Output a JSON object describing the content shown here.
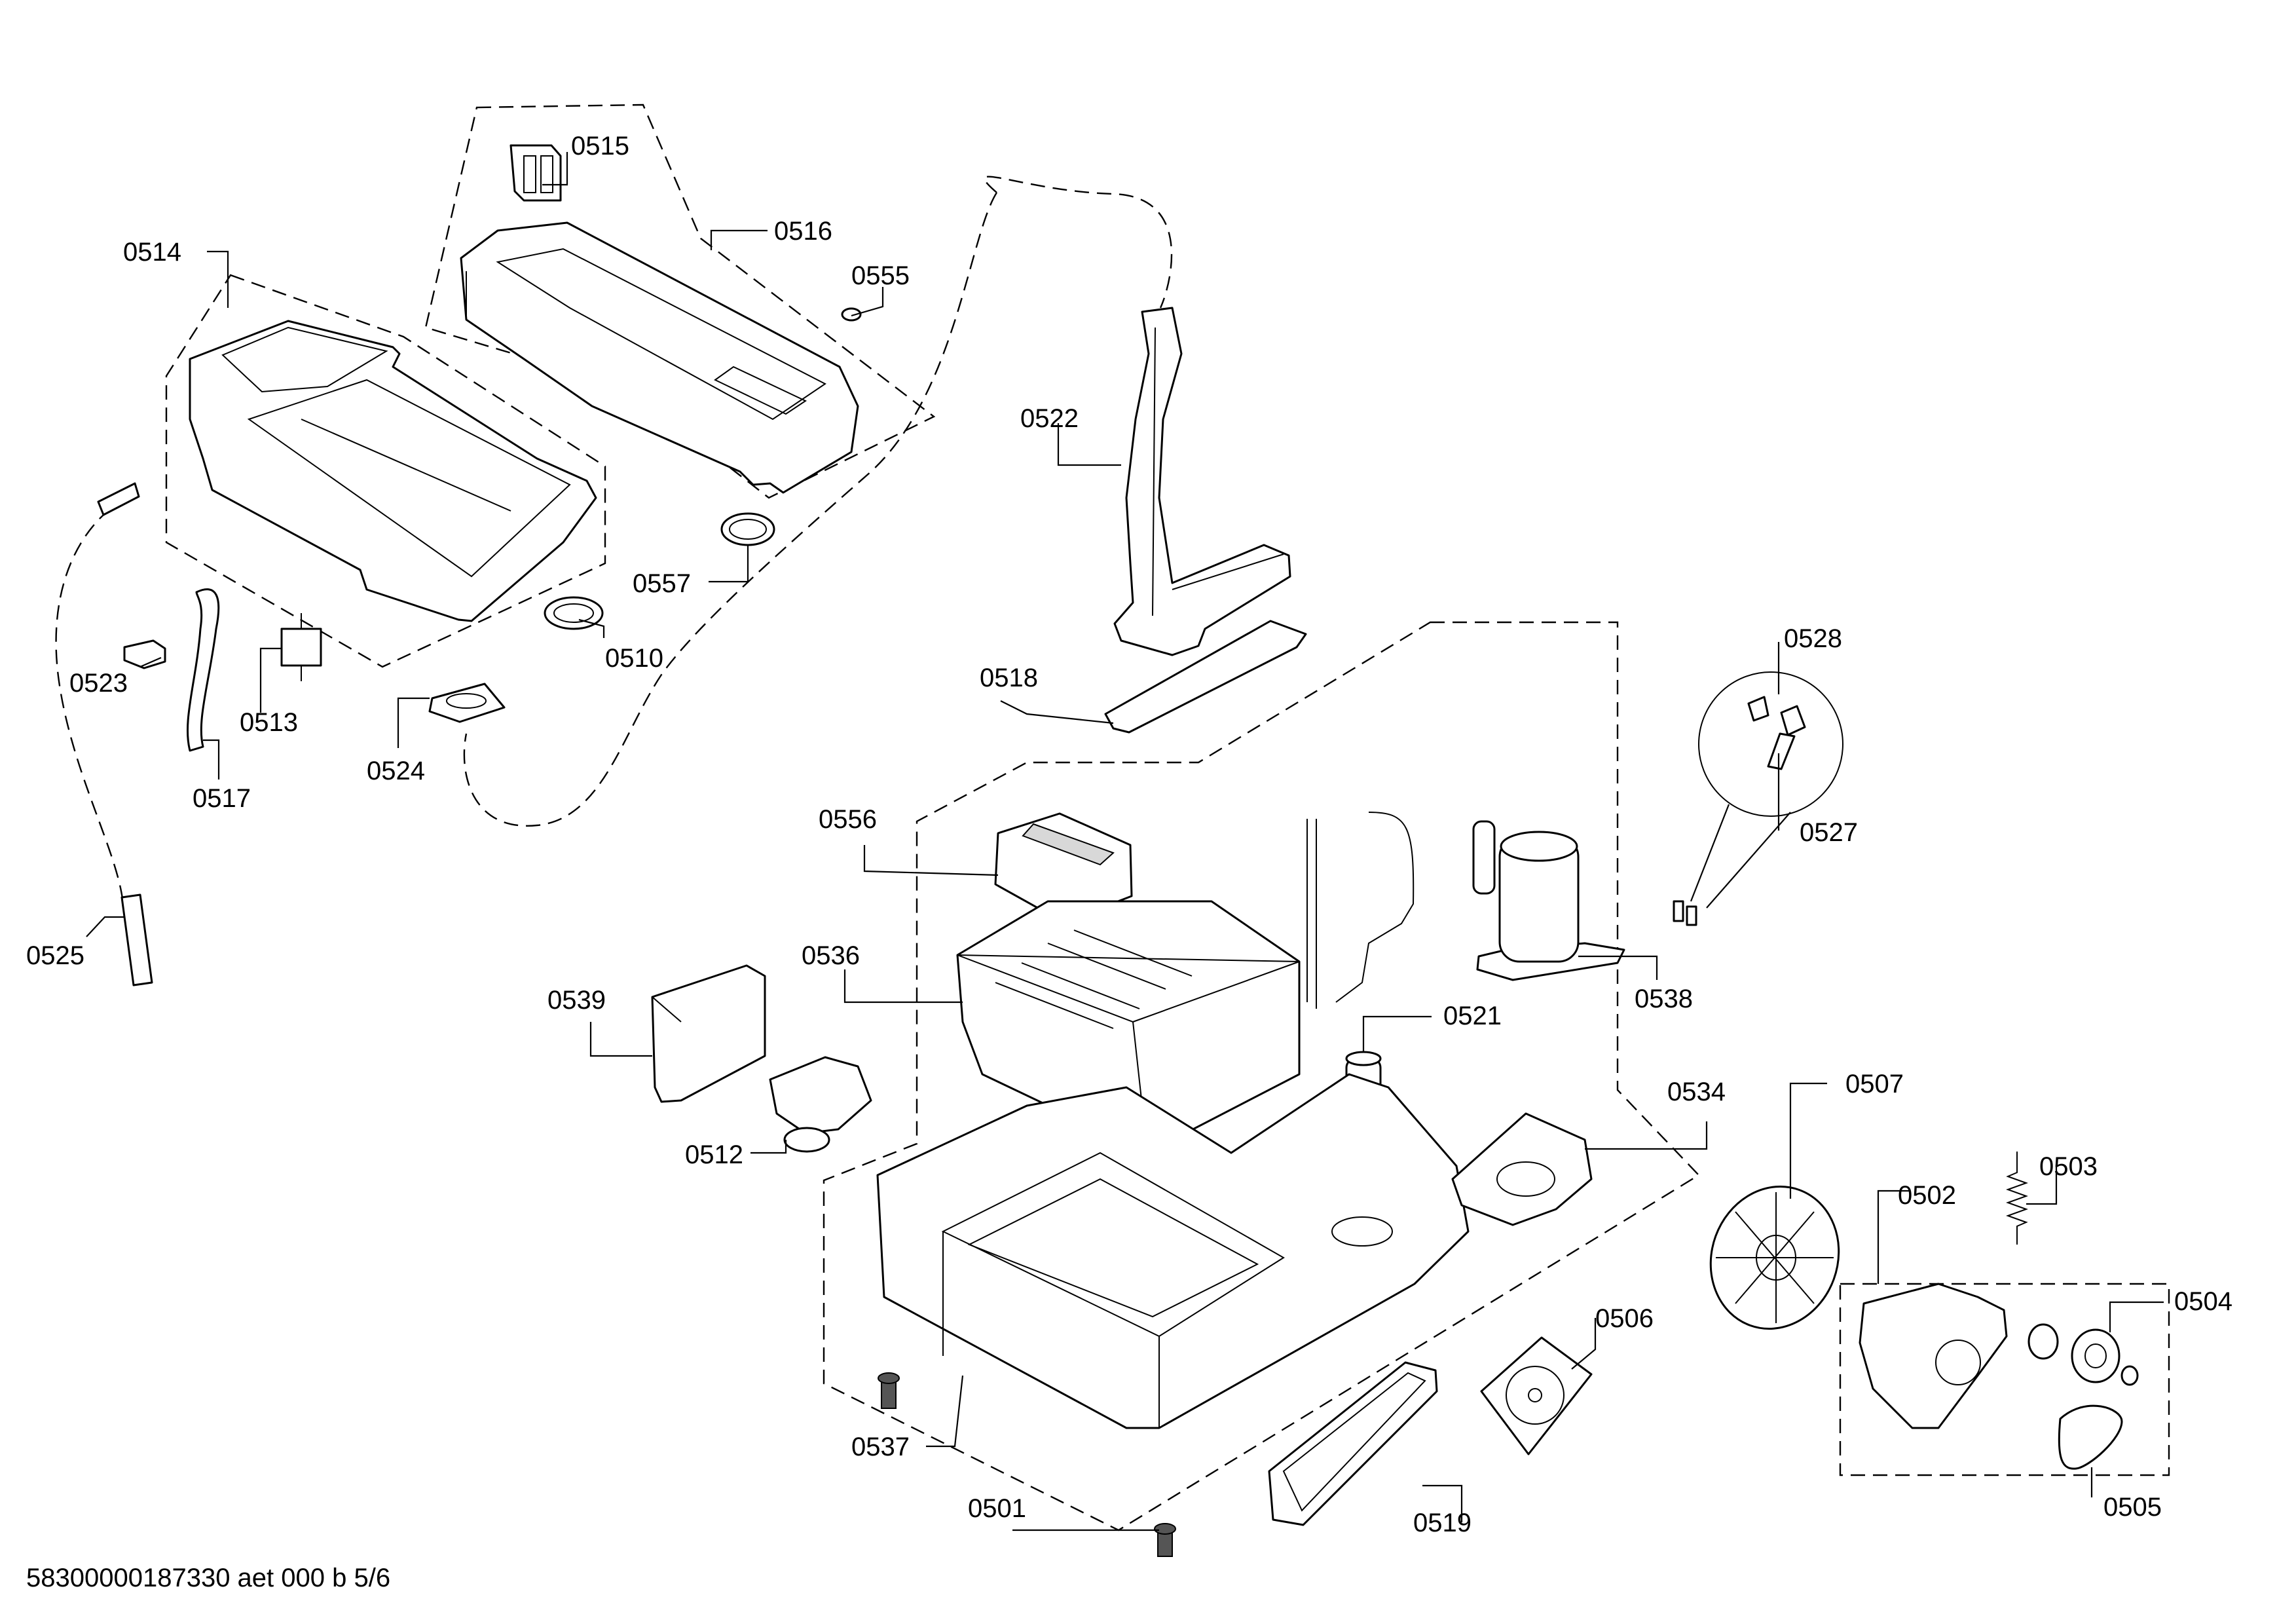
{
  "footer": {
    "code": "58300000187330 aet 000 b 5/6"
  },
  "labels": {
    "p0501": "0501",
    "p0502": "0502",
    "p0503": "0503",
    "p0504": "0504",
    "p0505": "0505",
    "p0506": "0506",
    "p0507": "0507",
    "p0510": "0510",
    "p0512": "0512",
    "p0513": "0513",
    "p0514": "0514",
    "p0515": "0515",
    "p0516": "0516",
    "p0517": "0517",
    "p0518": "0518",
    "p0519": "0519",
    "p0521": "0521",
    "p0522": "0522",
    "p0523": "0523",
    "p0524": "0524",
    "p0525": "0525",
    "p0527": "0527",
    "p0528": "0528",
    "p0534": "0534",
    "p0536": "0536",
    "p0537": "0537",
    "p0538": "0538",
    "p0539": "0539",
    "p0555": "0555",
    "p0556": "0556",
    "p0557": "0557"
  }
}
